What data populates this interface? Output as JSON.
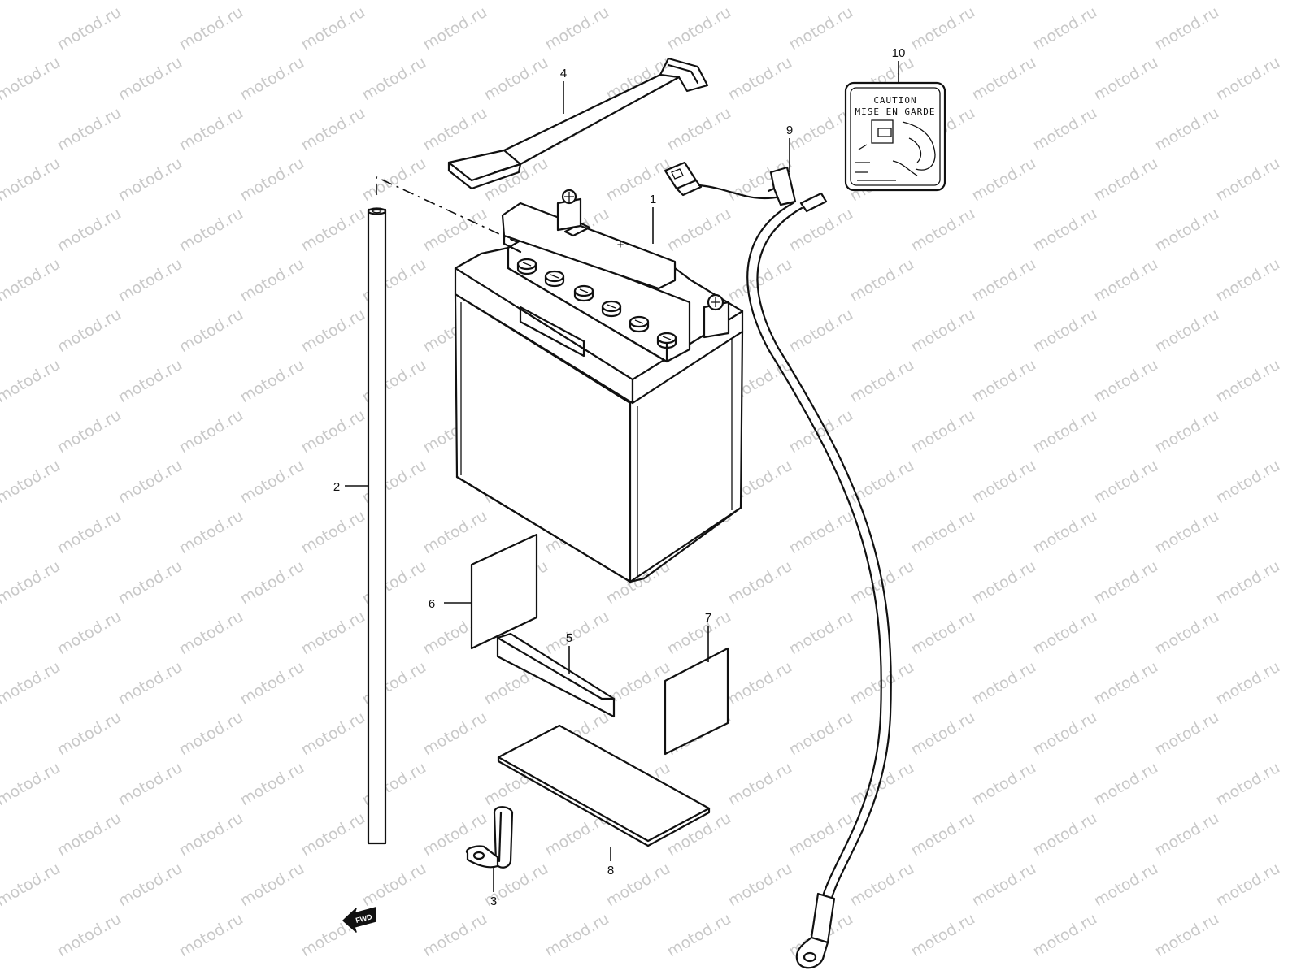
{
  "watermark": "motod.ru",
  "callouts": [
    {
      "id": "1",
      "label": "1"
    },
    {
      "id": "2",
      "label": "2"
    },
    {
      "id": "3",
      "label": "3"
    },
    {
      "id": "4",
      "label": "4"
    },
    {
      "id": "5",
      "label": "5"
    },
    {
      "id": "6",
      "label": "6"
    },
    {
      "id": "7",
      "label": "7"
    },
    {
      "id": "8",
      "label": "8"
    },
    {
      "id": "9",
      "label": "9"
    },
    {
      "id": "10",
      "label": "10"
    }
  ],
  "caution_label": {
    "line1": "CAUTION",
    "line2": "MISE EN GARDE"
  },
  "fwd_arrow": {
    "text": "FWD"
  },
  "battery": {
    "minus_symbol": "−",
    "plus_symbol": "+"
  }
}
